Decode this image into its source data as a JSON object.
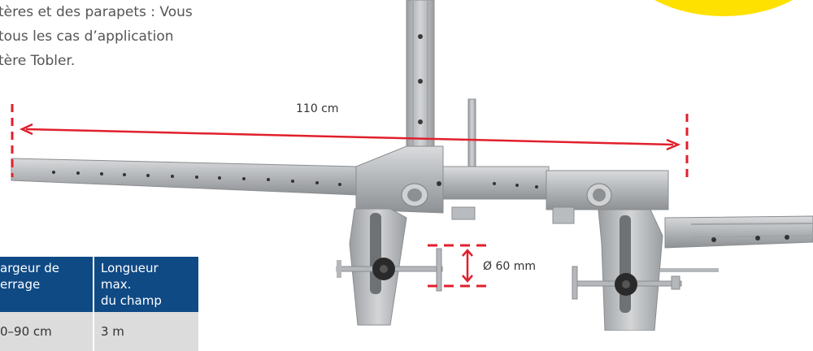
{
  "intro": {
    "lines": [
      "tères et des parapets : Vous",
      " tous les cas d’application",
      "tère Tobler."
    ]
  },
  "dimensions": {
    "length_label": "110 cm",
    "diameter_label": "Ø 60 mm"
  },
  "colors": {
    "measure_red": "#e0202c",
    "table_header": "#0f4a85",
    "table_cell": "#dcdcdc",
    "badge_yellow": "#ffe100",
    "metal": "#b4b7ba",
    "knob": "#2a2a2a"
  },
  "spec_table": {
    "headers": [
      "argeur de\nerrage",
      "Longueur max.\ndu champ"
    ],
    "rows": [
      [
        "0–90 cm",
        "3 m"
      ]
    ]
  }
}
